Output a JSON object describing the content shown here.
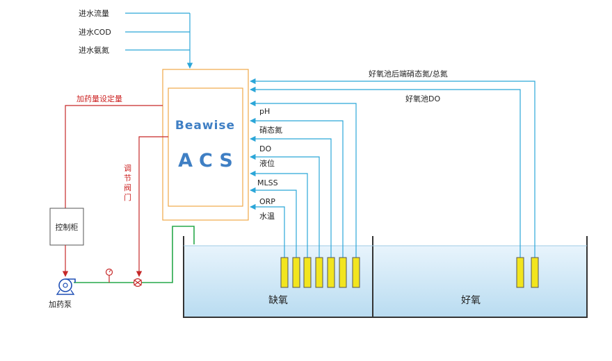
{
  "colors": {
    "signal_line": "#2ba6d8",
    "control_line": "#c62828",
    "pipe_line": "#27a84a",
    "controller_border": "#f0a848",
    "probe_fill": "#f2e51e",
    "tank_water_top": "#e8f4fc",
    "tank_water_bottom": "#b9dcf1",
    "text_brand": "#3f7fc4"
  },
  "inputs": {
    "flow": "进水流量",
    "cod": "进水COD",
    "ammonia": "进水氨氮"
  },
  "controller": {
    "brand": "Beawise",
    "product": "ACS"
  },
  "feedback": {
    "nitrate_total_n": "好氧池后端硝态氮/总氮",
    "aerobic_do": "好氧池DO"
  },
  "sensors": [
    "pH",
    "硝态氮",
    "DO",
    "液位",
    "MLSS",
    "ORP",
    "水温"
  ],
  "control": {
    "dosage_setpoint": "加药量设定量",
    "valve": [
      "调",
      "节",
      "阀",
      "门"
    ],
    "cabinet": "控制柜",
    "pump": "加药泵"
  },
  "tank": {
    "anoxic": "缺氧",
    "aerobic": "好氧"
  },
  "icons": {
    "pump": "centrifugal-pump-icon",
    "valve": "regulating-valve-icon",
    "gauge": "flow-meter-icon",
    "arrow": "arrow-head-icon"
  }
}
